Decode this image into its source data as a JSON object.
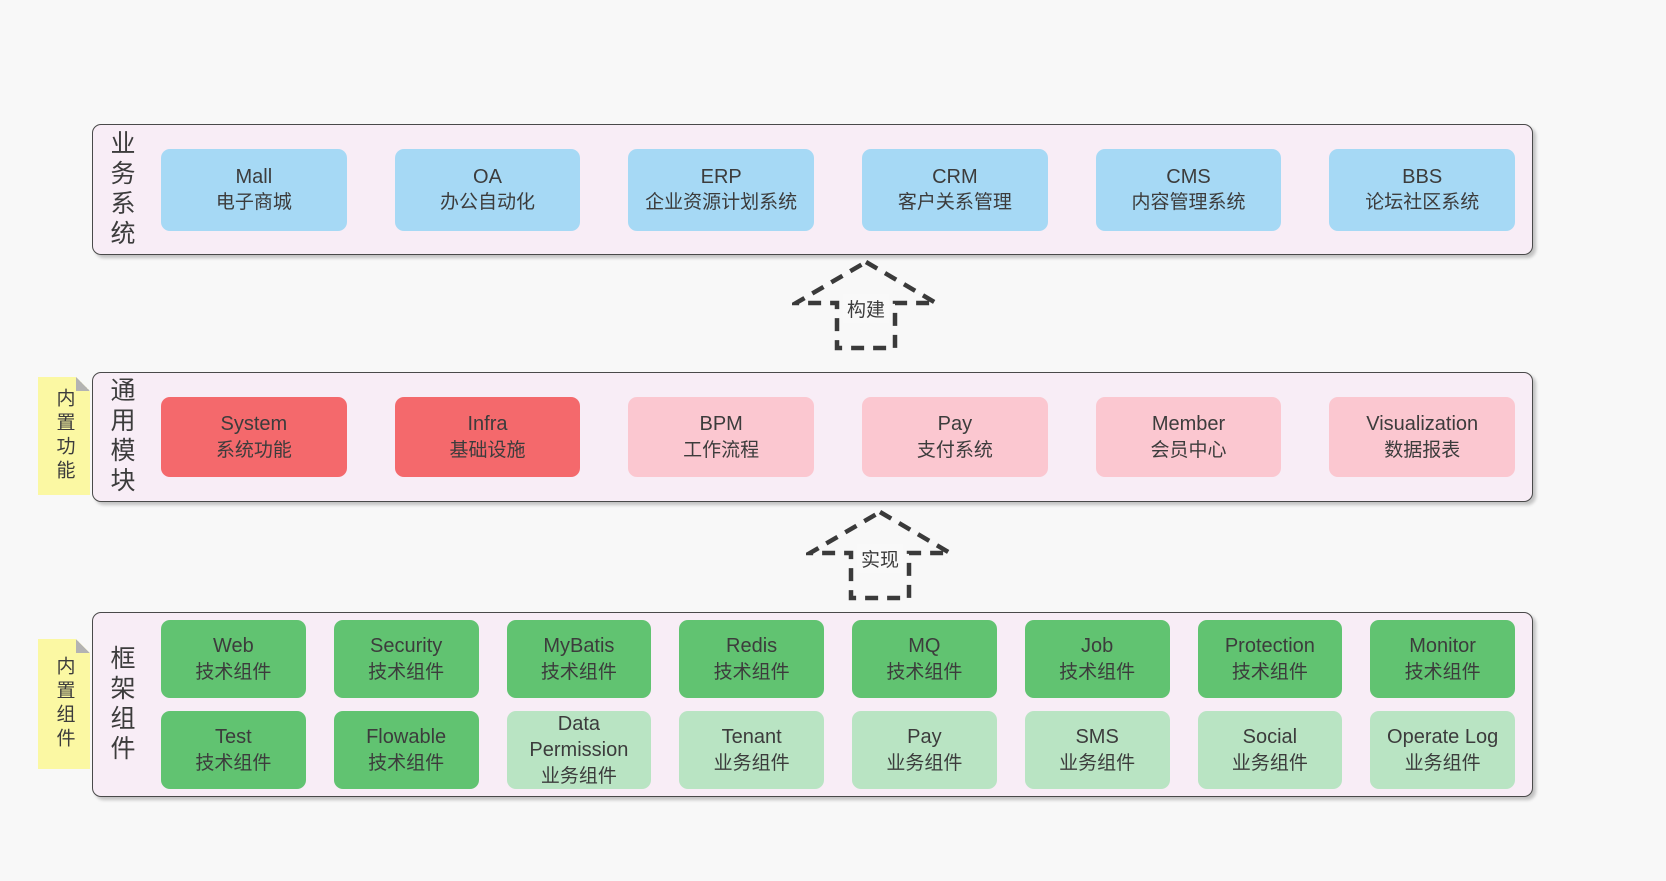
{
  "colors": {
    "page_bg": "#f8f8f8",
    "panel_bg": "#f8edf6",
    "panel_border": "#4a4a4a",
    "blue_box": "#a6d9f5",
    "red_box": "#f4696c",
    "pink_box": "#fbc7d0",
    "green_box": "#61c371",
    "green_light_box": "#b9e4c3",
    "sticky_bg": "#fbf8a3",
    "sticky_fold": "#b3b3b3",
    "text": "#3c3c3c",
    "arrow_stroke": "#3a3a3a"
  },
  "stickies": [
    {
      "label": "内置功能"
    },
    {
      "label": "内置组件"
    }
  ],
  "arrows": [
    {
      "label": "构建"
    },
    {
      "label": "实现"
    }
  ],
  "sections": {
    "business": {
      "label": "业务系统",
      "boxes": [
        {
          "title": "Mall",
          "subtitle": "电子商城"
        },
        {
          "title": "OA",
          "subtitle": "办公自动化"
        },
        {
          "title": "ERP",
          "subtitle": "企业资源计划系统"
        },
        {
          "title": "CRM",
          "subtitle": "客户关系管理"
        },
        {
          "title": "CMS",
          "subtitle": "内容管理系统"
        },
        {
          "title": "BBS",
          "subtitle": "论坛社区系统"
        }
      ]
    },
    "modules": {
      "label": "通用模块",
      "boxes": [
        {
          "title": "System",
          "subtitle": "系统功能"
        },
        {
          "title": "Infra",
          "subtitle": "基础设施"
        },
        {
          "title": "BPM",
          "subtitle": "工作流程"
        },
        {
          "title": "Pay",
          "subtitle": "支付系统"
        },
        {
          "title": "Member",
          "subtitle": "会员中心"
        },
        {
          "title": "Visualization",
          "subtitle": "数据报表"
        }
      ]
    },
    "framework": {
      "label": "框架组件",
      "row1": [
        {
          "title": "Web",
          "subtitle": "技术组件"
        },
        {
          "title": "Security",
          "subtitle": "技术组件"
        },
        {
          "title": "MyBatis",
          "subtitle": "技术组件"
        },
        {
          "title": "Redis",
          "subtitle": "技术组件"
        },
        {
          "title": "MQ",
          "subtitle": "技术组件"
        },
        {
          "title": "Job",
          "subtitle": "技术组件"
        },
        {
          "title": "Protection",
          "subtitle": "技术组件"
        },
        {
          "title": "Monitor",
          "subtitle": "技术组件"
        }
      ],
      "row2": [
        {
          "title": "Test",
          "subtitle": "技术组件"
        },
        {
          "title": "Flowable",
          "subtitle": "技术组件"
        },
        {
          "title": "Data Permission",
          "subtitle": "业务组件"
        },
        {
          "title": "Tenant",
          "subtitle": "业务组件"
        },
        {
          "title": "Pay",
          "subtitle": "业务组件"
        },
        {
          "title": "SMS",
          "subtitle": "业务组件"
        },
        {
          "title": "Social",
          "subtitle": "业务组件"
        },
        {
          "title": "Operate Log",
          "subtitle": "业务组件"
        }
      ]
    }
  }
}
